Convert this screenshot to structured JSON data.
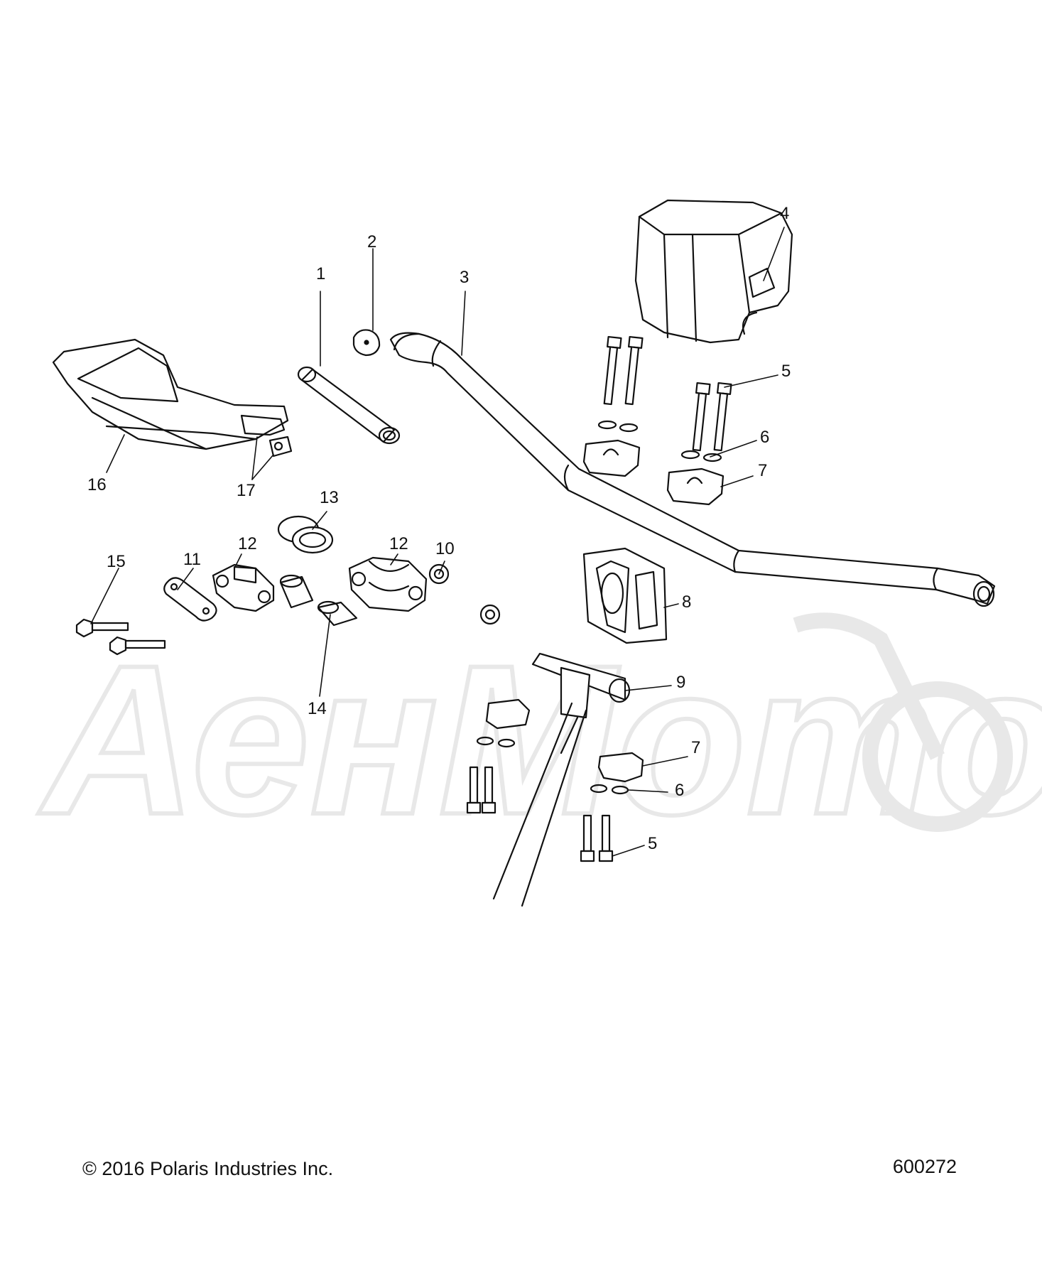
{
  "watermark": {
    "text": "АенМото"
  },
  "callouts": {
    "c1": "1",
    "c2": "2",
    "c3": "3",
    "c4": "4",
    "c5a": "5",
    "c5b": "5",
    "c6a": "6",
    "c6b": "6",
    "c7a": "7",
    "c7b": "7",
    "c8": "8",
    "c9": "9",
    "c10": "10",
    "c11": "11",
    "c12a": "12",
    "c12b": "12",
    "c13": "13",
    "c14": "14",
    "c15": "15",
    "c16": "16",
    "c17": "17"
  },
  "footer": {
    "copyright": "© 2016 Polaris Industries Inc.",
    "diagram_id": "600272"
  }
}
